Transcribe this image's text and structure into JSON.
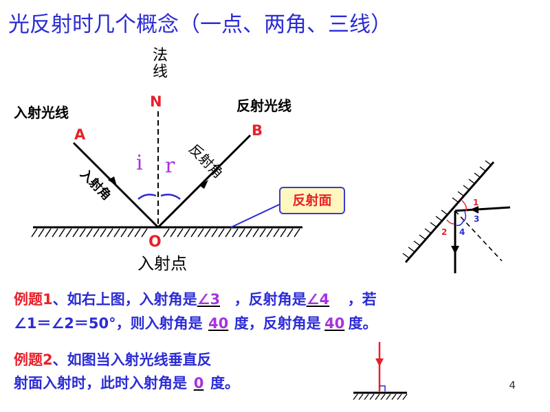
{
  "title": "光反射时几个概念（一点、两角、三线）",
  "diagram": {
    "normal_label": "法线",
    "N": "N",
    "incident_ray": "入射光线",
    "reflected_ray": "反射光线",
    "A": "A",
    "B": "B",
    "O": "O",
    "incident_angle": "入射角",
    "reflected_angle": "反射角",
    "i": "i",
    "r": "r",
    "incident_point": "入射点",
    "mirror_tag": "反射面"
  },
  "small_diagram": {
    "labels": [
      "1",
      "2",
      "3",
      "4"
    ]
  },
  "example1": {
    "head": "例题1",
    "t1": "、如右上图，入射角是",
    "a1": "∠3",
    "t2": "，反射角是",
    "a2": "∠4",
    "t3": "，若",
    "t4": "∠1＝∠2＝50°，则入射角是",
    "a3": "40",
    "t5": "度，反射角是",
    "a4": "40",
    "t6": "度。"
  },
  "example2": {
    "head": "例题2",
    "t1": "、如图当入射光线垂直反",
    "t2": "射面入射时，此时入射角是",
    "a1": "0",
    "t3": "度。"
  },
  "page_number": "4",
  "colors": {
    "title": "#2b2bd6",
    "label_red": "#e8202a",
    "answer": "#a633e0",
    "tag_bg": "#fff7c0"
  }
}
